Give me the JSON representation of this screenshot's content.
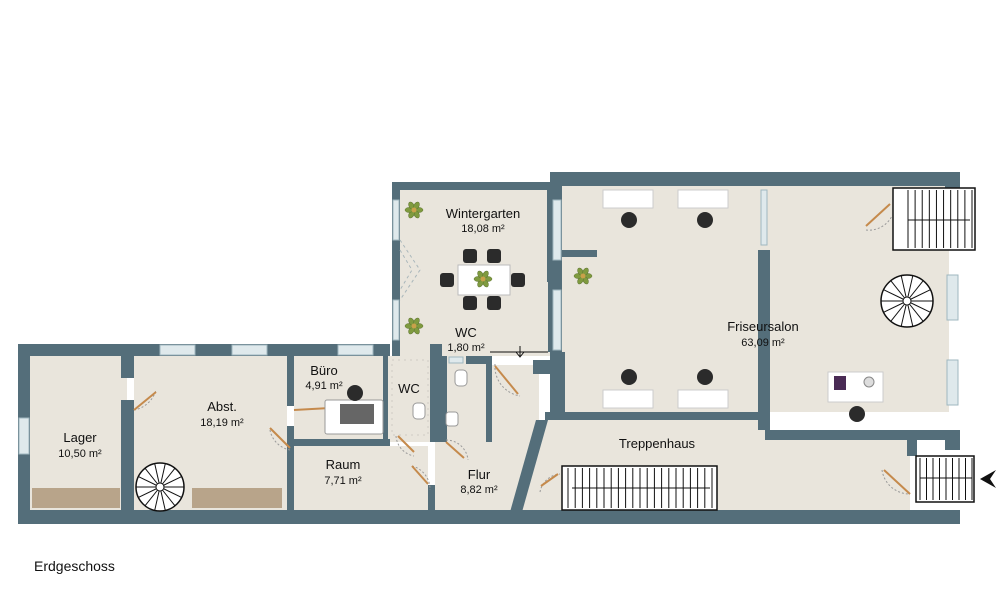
{
  "floor_name": "Erdgeschoss",
  "colors": {
    "wall": "#546e7a",
    "floor": "#e9e5dc",
    "window": "#dfe9ec",
    "stair_fill": "#ffffff",
    "stair_line": "#111111",
    "door_swing": "#999999",
    "door_leaf": "#c58a4c",
    "furniture": "#2b2b2b",
    "plant": "#7f9a3f",
    "shelf": "#b8a48a"
  },
  "rooms": [
    {
      "id": "lager",
      "name": "Lager",
      "area": "10,50 m²"
    },
    {
      "id": "abst",
      "name": "Abst.",
      "area": "18,19 m²"
    },
    {
      "id": "buero",
      "name": "Büro",
      "area": "4,91 m²"
    },
    {
      "id": "wc-small",
      "name": "WC",
      "area": ""
    },
    {
      "id": "wc",
      "name": "WC",
      "area": "1,80 m²"
    },
    {
      "id": "raum",
      "name": "Raum",
      "area": "7,71 m²"
    },
    {
      "id": "flur",
      "name": "Flur",
      "area": "8,82 m²"
    },
    {
      "id": "wintergarten",
      "name": "Wintergarten",
      "area": "18,08 m²"
    },
    {
      "id": "friseursalon",
      "name": "Friseursalon",
      "area": "63,09 m²"
    },
    {
      "id": "treppenhaus",
      "name": "Treppenhaus",
      "area": ""
    }
  ]
}
